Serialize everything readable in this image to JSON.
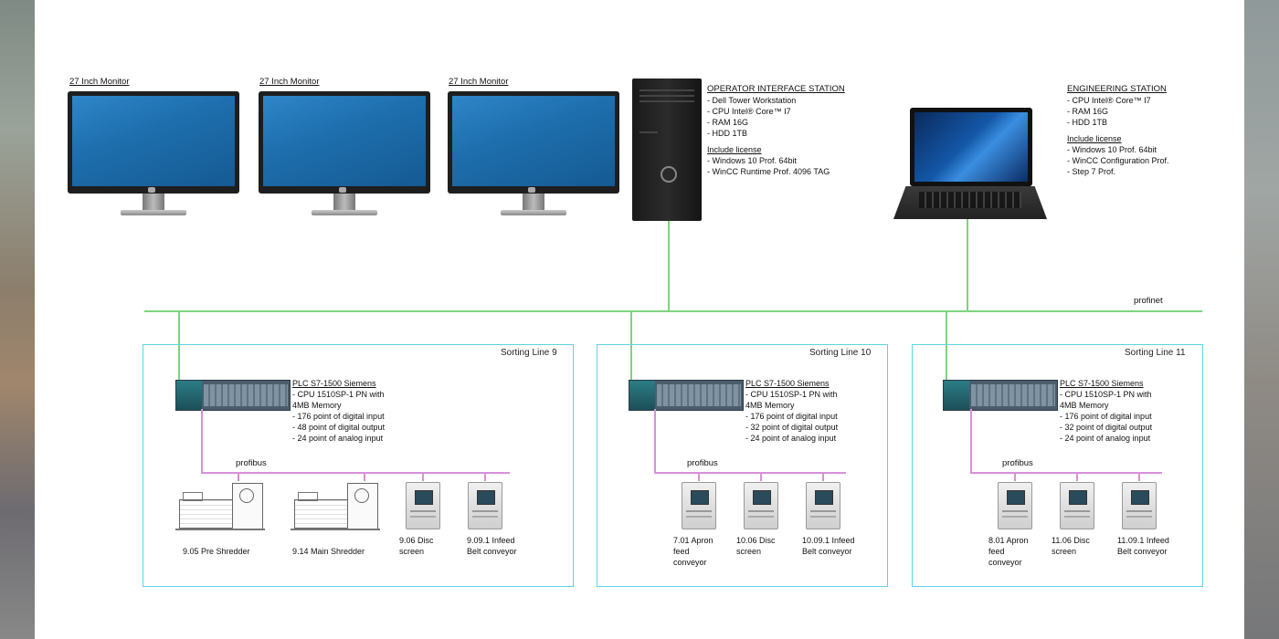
{
  "monitors": [
    {
      "label": "27 Inch Monitor"
    },
    {
      "label": "27 Inch Monitor"
    },
    {
      "label": "27 Inch Monitor"
    }
  ],
  "operator_station": {
    "title": "OPERATOR INTERFACE STATION",
    "specs": [
      "- Dell Tower Workstation",
      "- CPU Intel® Core™ I7",
      "- RAM 16G",
      "- HDD 1TB"
    ],
    "license_title": "Include license",
    "license_items": [
      "- Windows 10 Prof. 64bit",
      "- WinCC Runtime Prof. 4096 TAG"
    ]
  },
  "engineering_station": {
    "title": "ENGINEERING STATION",
    "specs": [
      "- CPU Intel® Core™ I7",
      "- RAM 16G",
      "- HDD 1TB"
    ],
    "license_title": "Include license",
    "license_items": [
      "- Windows 10 Prof. 64bit",
      "- WinCC Configuration Prof.",
      "- Step 7 Prof."
    ]
  },
  "network_label": "profinet",
  "bus_label": "profibus",
  "lines": [
    {
      "title": "Sorting Line 9",
      "plc_title": "PLC S7-1500 Siemens",
      "plc_specs": [
        "- CPU 1510SP-1 PN with",
        "4MB Memory",
        "- 176 point of digital input",
        "- 48 point of digital output",
        "- 24 point of analog input"
      ],
      "devices": [
        "9.05 Pre Shredder",
        "9.14 Main Shredder",
        "9.06 Disc\nscreen",
        "9.09.1 Infeed\nBelt conveyor"
      ]
    },
    {
      "title": "Sorting Line 10",
      "plc_title": "PLC S7-1500 Siemens",
      "plc_specs": [
        "- CPU 1510SP-1 PN with",
        "4MB Memory",
        "- 176 point of digital input",
        "- 32 point of digital output",
        "- 24 point of analog input"
      ],
      "devices": [
        "7.01 Apron\nfeed\nconveyor",
        "10.06 Disc\nscreen",
        "10.09.1 Infeed\nBelt conveyor"
      ]
    },
    {
      "title": "Sorting Line 11",
      "plc_title": "PLC S7-1500 Siemens",
      "plc_specs": [
        "- CPU 1510SP-1 PN with",
        "4MB Memory",
        "- 176 point of digital input",
        "- 32 point of digital output",
        "- 24 point of analog input"
      ],
      "devices": [
        "8.01 Apron\nfeed\nconveyor",
        "11.06 Disc\nscreen",
        "11.09.1 Infeed\nBelt conveyor"
      ]
    }
  ]
}
